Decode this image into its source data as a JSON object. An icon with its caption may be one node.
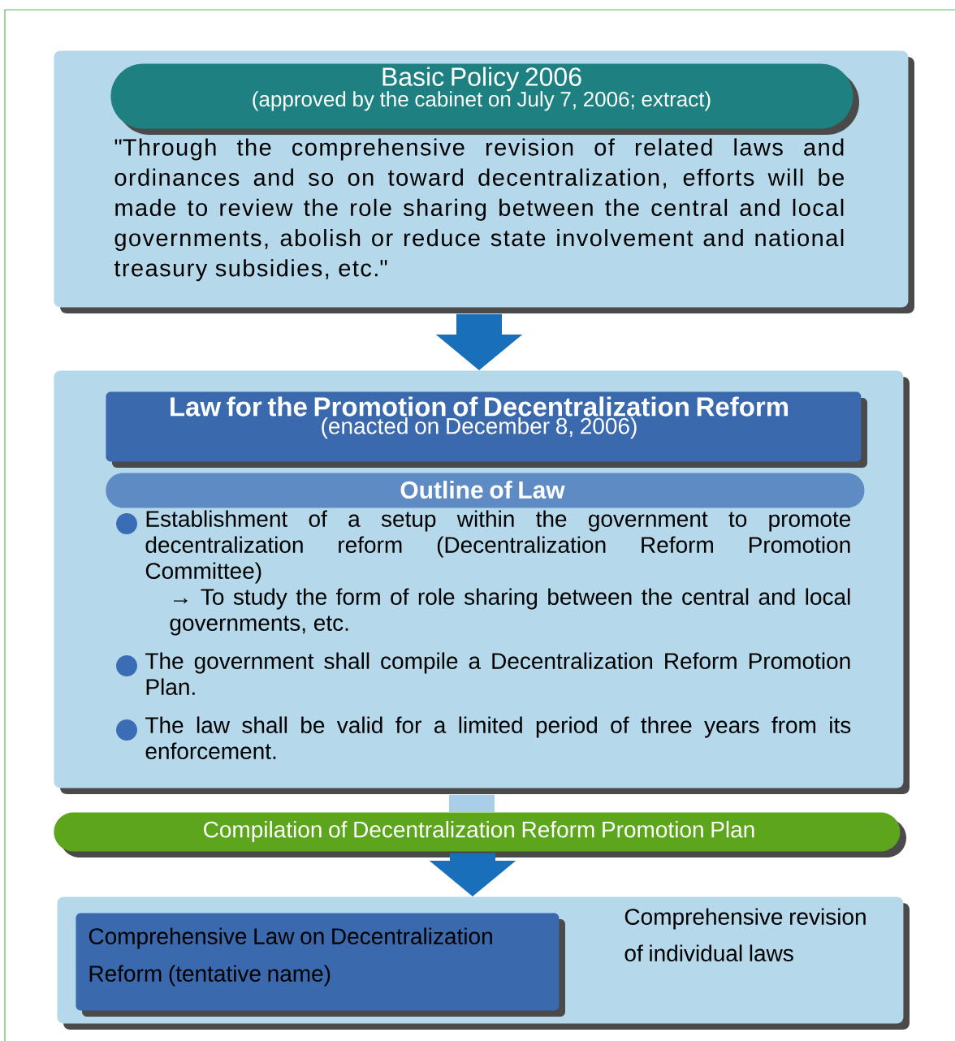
{
  "diagram": {
    "nodes": [
      {
        "text": [
          "\"Through the comprehensive revision of related laws and ordinances and so on toward decentralization, efforts will be made to review the role sharing between the central and local governments, abolish or reduce state involvement and national treasury subsidies, etc.\""
        ]
      },
      {
        "text": [
          "Basic Policy 2006",
          "(approved by the cabinet on July 7, 2006; extract)"
        ],
        "in": 0
      },
      {
        "text": [
          "Establishment of a setup within the government to promote decentralization reform (Decentralization Reform Promotion Committee)",
          "→ To study the form of role sharing between the central and local governments, etc.",
          "The government shall compile a Decentralization Reform Promotion Plan.",
          "The law shall be valid for a limited period of three years from its enforcement."
        ]
      },
      {
        "text": [
          "Law for the Promotion of Decentralization Reform",
          "(enacted on December 8, 2006)"
        ],
        "in": 2
      },
      {
        "text": [
          "Outline of Law"
        ],
        "in": 2
      },
      {
        "text": [
          "Compilation of Decentralization Reform Promotion Plan"
        ]
      },
      {
        "text": [
          "Comprehensive revision of individual laws"
        ]
      },
      {
        "text": [
          "Comprehensive Law on Decentralization Reform (tentative name)"
        ],
        "in": 6
      }
    ],
    "edges": [
      {
        "from": 0,
        "to": 2,
        "arrow": "to"
      },
      {
        "from": 2,
        "to": 5,
        "arrow": "none",
        "color": "#a9cfe8"
      },
      {
        "from": 5,
        "to": 6,
        "arrow": "to"
      }
    ]
  }
}
